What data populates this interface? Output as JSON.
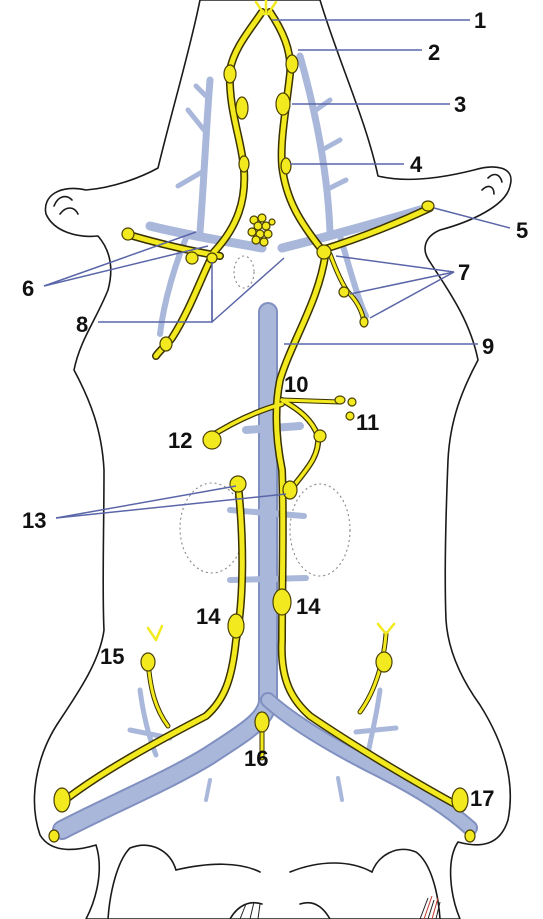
{
  "labels": [
    {
      "id": "l1",
      "text": "1"
    },
    {
      "id": "l2",
      "text": "2"
    },
    {
      "id": "l3",
      "text": "3"
    },
    {
      "id": "l4",
      "text": "4"
    },
    {
      "id": "l5",
      "text": "5"
    },
    {
      "id": "l6",
      "text": "6"
    },
    {
      "id": "l7",
      "text": "7"
    },
    {
      "id": "l8",
      "text": "8"
    },
    {
      "id": "l9",
      "text": "9"
    },
    {
      "id": "l10",
      "text": "10"
    },
    {
      "id": "l11",
      "text": "11"
    },
    {
      "id": "l12",
      "text": "12"
    },
    {
      "id": "l13",
      "text": "13"
    },
    {
      "id": "l14a",
      "text": "14"
    },
    {
      "id": "l14b",
      "text": "14"
    },
    {
      "id": "l15",
      "text": "15"
    },
    {
      "id": "l16",
      "text": "16"
    },
    {
      "id": "l17",
      "text": "17"
    }
  ],
  "colors": {
    "lymph_vessel": "#f2ea1e",
    "vein": "#a9b7da",
    "leader_line": "#5a66a8",
    "outline": "#1a1a1a"
  }
}
